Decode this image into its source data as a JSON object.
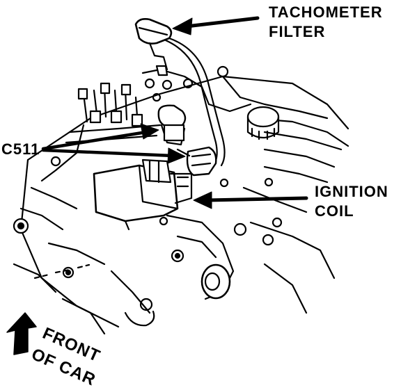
{
  "labels": {
    "tachometer_line1": "TACHOMETER",
    "tachometer_line2": "FILTER",
    "c511": "C511",
    "ignition_line1": "IGNITION",
    "ignition_line2": "COIL",
    "front_line1": "FRONT",
    "front_line2": "OF CAR"
  },
  "colors": {
    "ink": "#000000",
    "paper": "#ffffff"
  }
}
